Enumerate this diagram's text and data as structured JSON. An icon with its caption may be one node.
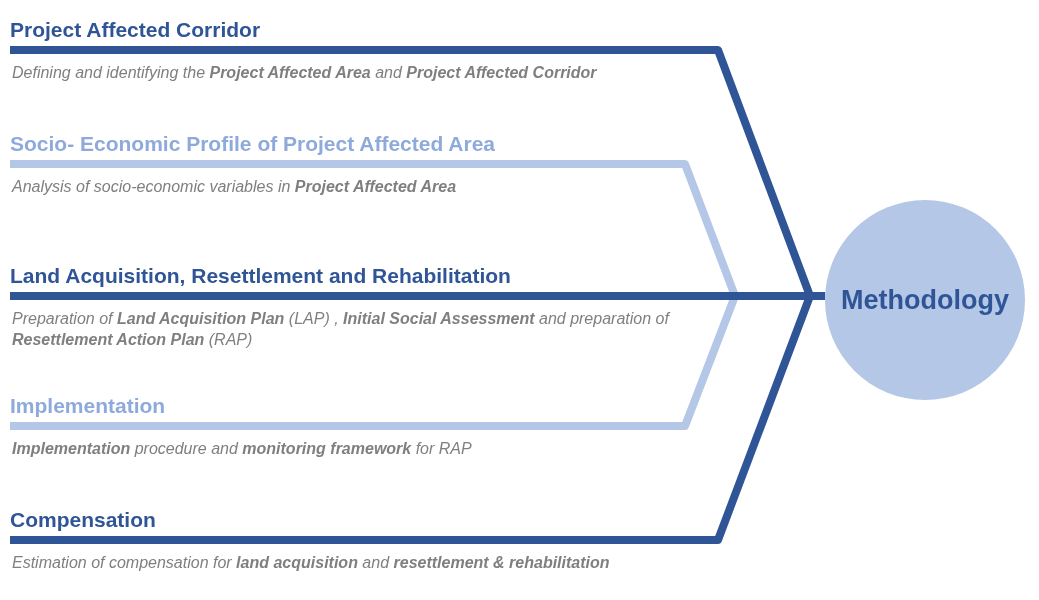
{
  "diagram": {
    "nodes": [
      {
        "text": [
          "Project Affected Corridor"
        ],
        "beside": [
          "Defining and identifying the **Project Affected Area** and **Project Affected Corridor**"
        ]
      },
      {
        "text": [
          "Socio- Economic Profile of Project Affected Area"
        ],
        "beside": [
          "Analysis of socio-economic variables in **Project Affected Area**"
        ]
      },
      {
        "text": [
          "Land Acquisition, Resettlement and Rehabilitation"
        ],
        "beside": [
          "Preparation of **Land Acquisition Plan** (LAP) , **Initial Social Assessment** and preparation of **Resettlement Action Plan** (RAP)"
        ]
      },
      {
        "text": [
          "Implementation"
        ],
        "beside": [
          "**Implementation** procedure and **monitoring framework** for RAP"
        ]
      },
      {
        "text": [
          "Compensation"
        ],
        "beside": [
          "Estimation of compensation for **land acquisition** and **resettlement & rehabilitation**"
        ]
      },
      {
        "text": [
          "Methodology"
        ]
      }
    ],
    "edges": [
      {
        "from": 0,
        "to": 5,
        "arrow": "none"
      },
      {
        "from": 1,
        "to": 5,
        "arrow": "none",
        "color": "#b4c7e7"
      },
      {
        "from": 2,
        "to": 5,
        "arrow": "none"
      },
      {
        "from": 3,
        "to": 5,
        "arrow": "none",
        "color": "#b4c7e7"
      },
      {
        "from": 4,
        "to": 5,
        "arrow": "none"
      }
    ]
  }
}
